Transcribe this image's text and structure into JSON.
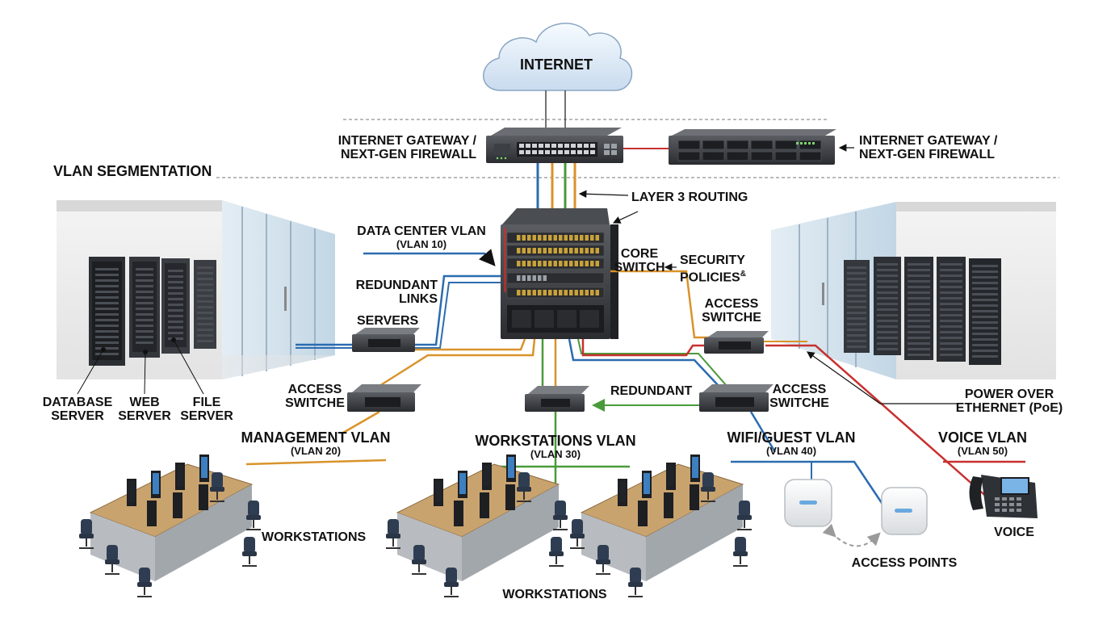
{
  "labels": {
    "internet": "INTERNET",
    "gateway_left": [
      "INTERNET GATEWAY /",
      "NEXT-GEN FIREWALL"
    ],
    "gateway_right": [
      "INTERNET GATEWAY /",
      "NEXT-GEN FIREWALL"
    ],
    "vlan_segmentation": "VLAN SEGMENTATION",
    "layer3_routing": "LAYER 3 ROUTING",
    "data_center_vlan": {
      "name": "DATA CENTER VLAN",
      "id": "(VLAN 10)"
    },
    "core_switch": [
      "CORE",
      "SWITCH"
    ],
    "security_policies": [
      "SECURITY",
      "POLICIES"
    ],
    "security_policies_mark": "&",
    "redundant_links": [
      "REDUNDANT",
      "LINKS"
    ],
    "servers": "SERVERS",
    "access_switch_right_top": [
      "ACCESS",
      "SWITCHE"
    ],
    "access_switch_left": [
      "ACCESS",
      "SWITCHE"
    ],
    "access_switch_right": [
      "ACCESS",
      "SWITCHE"
    ],
    "redundant": "REDUNDANT",
    "database_server": [
      "DATABASE",
      "SERVER"
    ],
    "web_server": [
      "WEB",
      "SERVER"
    ],
    "file_server": [
      "FILE",
      "SERVER"
    ],
    "power_over_ethernet": [
      "POWER OVER",
      "ETHERNET (PoE)"
    ],
    "management_vlan": {
      "name": "MANAGEMENT VLAN",
      "id": "(VLAN 20)"
    },
    "workstations_vlan": {
      "name": "WORKSTATIONS VLAN",
      "id": "(VLAN 30)"
    },
    "wifi_guest_vlan": {
      "name": "WIFI/GUEST VLAN",
      "id": "(VLAN 40)"
    },
    "voice_vlan": {
      "name": "VOICE VLAN",
      "id": "(VLAN 50)"
    },
    "workstations_left": "WORKSTATIONS",
    "workstations_bottom": "WORKSTATIONS",
    "access_points": "ACCESS POINTS",
    "voice": "VOICE"
  },
  "link_colors": {
    "data_center": "#2b6cb0",
    "management": "#d9932a",
    "workstations": "#4a9a3a",
    "wifi": "#2b6cb0",
    "voice": "#c8302f",
    "grey": "#8a8a8a"
  },
  "icons": [
    "cloud-icon",
    "firewall-switch-icon",
    "rack-firewall-icon",
    "core-switch-chassis-icon",
    "access-switch-icon",
    "server-rack-icon",
    "glass-room-icon",
    "workstation-desk-icon",
    "access-point-icon",
    "ip-phone-icon"
  ]
}
